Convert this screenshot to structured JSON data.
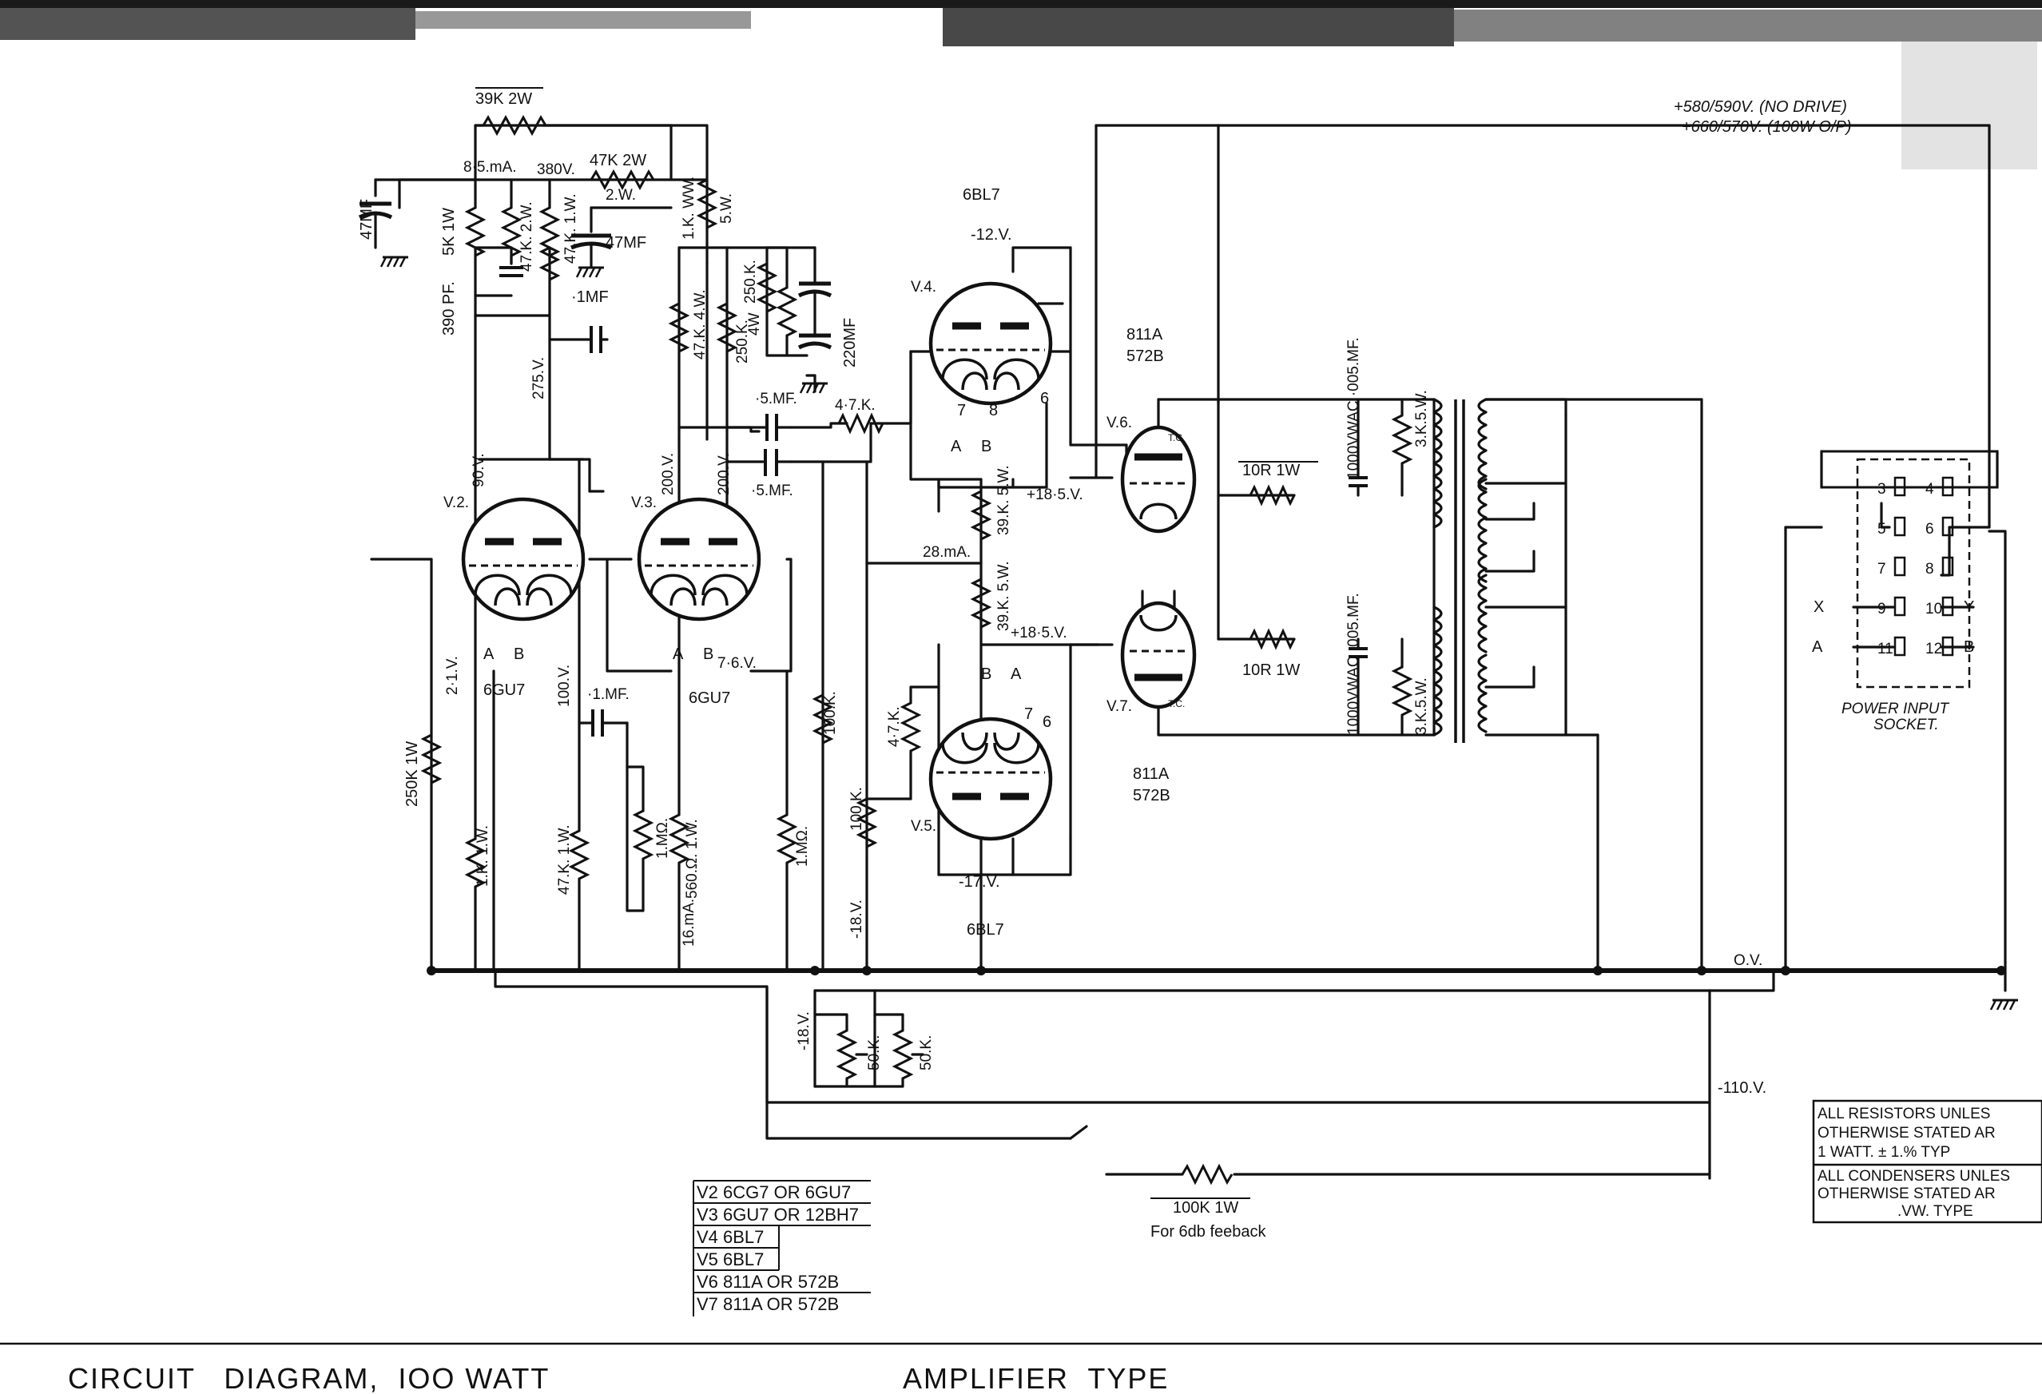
{
  "title": {
    "left": "CIRCUIT   DIAGRAM,  IOO WATT",
    "right": "AMPLIFIER  TYPE"
  },
  "supply": {
    "no_drive": "+580/590V.  (NO  DRIVE)",
    "full_out": "+660/570V.  (100W  O/P)"
  },
  "tubes": {
    "v2": {
      "ref": "V.2.",
      "type": "6GU7"
    },
    "v3": {
      "ref": "V.3.",
      "type": "6GU7"
    },
    "v4": {
      "ref": "V.4.",
      "type": "6BL7"
    },
    "v5": {
      "ref": "V.5.",
      "type": "6BL7"
    },
    "v6": {
      "ref": "V.6.",
      "type_a": "811A",
      "type_b": "572B"
    },
    "v7": {
      "ref": "V.7.",
      "type_a": "811A",
      "type_b": "572B"
    }
  },
  "components": {
    "r39k": "39K 2W",
    "ma85": "8·5.mA.",
    "v380": "380V.",
    "r47k2w": "47K 2W",
    "w2": "2.W.",
    "c47mf_a": "47MF",
    "c47mf_b": "47MF",
    "c1mf": "·1MF",
    "c390": "390 PF.",
    "r5k": "5K 1W",
    "r47k_2w": "47.K. 2.W.",
    "r47k_1w": "47.K. 1.W.",
    "r1k_ww": "1.K. WW.",
    "w5": "5.W.",
    "r47k_4w": "47.K. 4.W.",
    "r250k_a": "250.K.",
    "r250k_b": "250.K.",
    "w4": "4W",
    "c220mf": "220MF",
    "c5mf_a": "·5.MF.",
    "c5mf_b": "·5.MF.",
    "r4_7k": "4·7.K.",
    "v90": "90.V.",
    "v275": "275.V.",
    "v200_a": "200.V.",
    "v200_b": "200.V.",
    "v12": "-12.V.",
    "v17": "-17.V.",
    "ma28": "28.mA.",
    "r39k5w_a": "39.K. 5.W.",
    "r39k5w_b": "39.K. 5.W.",
    "v18_5_a": "+18·5.V.",
    "v18_5_b": "+18·5.V.",
    "r10r_a": "10R 1W",
    "r10r_b": "10R 1W",
    "c1000v_a": "1000VWAC ·005.MF.",
    "c1000v_b": "1000VWAC ·005.MF.",
    "r3k_a": "3.K.5.W.",
    "r3k_b": "3.K.5.W.",
    "v2_1": "2·1.V.",
    "r250k1w": "250K 1W",
    "r1k1w": "1.K. 1.W.",
    "v100": "100.V.",
    "r47k_1w_b": "47.K. 1.W.",
    "c1mf_b": "·1.MF.",
    "r1m_a": "1.MΩ.",
    "r560": "560.Ω. 1.W.",
    "ma16": "16.mA.",
    "r1m_b": "1.MΩ.",
    "v7_6": "7·6.V.",
    "r100k_a": "100.K.",
    "r4_7k_b": "4·7.K.",
    "r100k_b": "100.K.",
    "v18_a": "-18.V.",
    "v18_b": "-18.V.",
    "r50k_a": "50.K.",
    "r50k_b": "50.K.",
    "v110": "-110.V.",
    "v0": "O.V.",
    "fb_res": "100K 1W",
    "fb_note": "For 6db feeback",
    "pin_a": "A",
    "pin_b": "B",
    "pin_6": "6",
    "pin_7": "7",
    "pin_8": "8",
    "tc": "T.C."
  },
  "socket": {
    "label_1": "POWER  INPUT",
    "label_2": "SOCKET.",
    "pins": [
      [
        "3",
        "4"
      ],
      [
        "5",
        "6"
      ],
      [
        "7",
        "8"
      ],
      [
        "9",
        "10"
      ],
      [
        "11",
        "12"
      ]
    ],
    "left_x": "X",
    "left_a": "A",
    "right_y": "Y",
    "right_b": "B"
  },
  "valve_table": [
    "V2 6CG7 OR 6GU7",
    "V3 6GU7 OR 12BH7",
    "V4 6BL7",
    "V5 6BL7",
    "V6 811A OR 572B",
    "V7 811A OR 572B"
  ],
  "notes": {
    "resistors": [
      "ALL  RESISTORS  UNLES",
      "OTHERWISE  STATED  AR",
      "1   WATT.  ±  1.%  TYP"
    ],
    "condensers": [
      "ALL CONDENSERS UNLES",
      "OTHERWISE  STATED  AR",
      ".VW.  TYPE"
    ]
  }
}
